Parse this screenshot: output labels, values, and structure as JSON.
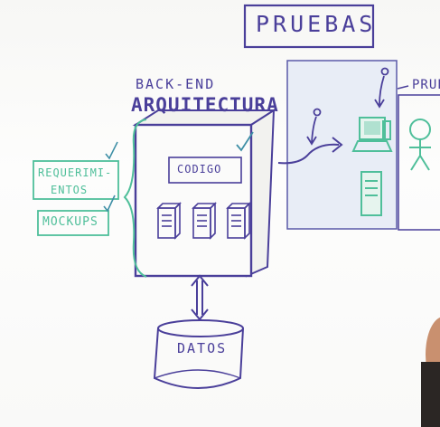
{
  "diagram": {
    "title_box": "PRUEBAS",
    "backend_label": "BACK-END",
    "architecture_label": "ARQUITECTURA",
    "code_box": "CODIGO",
    "database": "DATOS",
    "requirements_line1": "REQUERIMI-",
    "requirements_line2": "ENTOS",
    "mockups": "MOCKUPS",
    "right_cut_label": "PRUE"
  },
  "colors": {
    "ink_purple": "#4a3f9a",
    "ink_green": "#4fbf9a",
    "ink_teal": "#3e8fa6",
    "panel_blue": "#e8edf6",
    "skin": "#d9a38b"
  }
}
